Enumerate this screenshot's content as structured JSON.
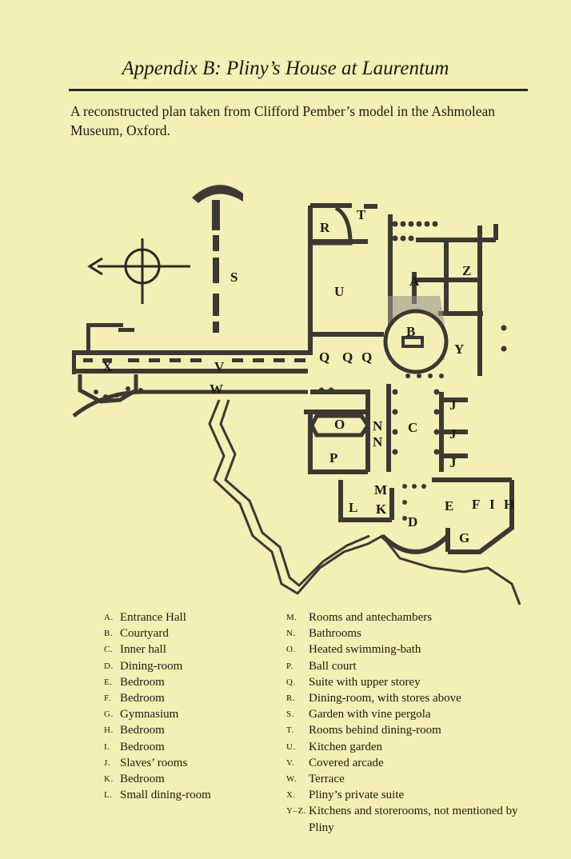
{
  "title": "Appendix B: Pliny’s House at Laurentum",
  "caption": "A reconstructed plan taken from Clifford Pember’s model in the Ashmolean Museum, Oxford.",
  "plan": {
    "room_labels": [
      "R",
      "T",
      "U",
      "A",
      "Z",
      "S",
      "B",
      "Q",
      "Q",
      "Q",
      "Y",
      "X",
      "V",
      "W",
      "O",
      "N",
      "N",
      "C",
      "J",
      "J",
      "J",
      "P",
      "M",
      "L",
      "K",
      "E",
      "F",
      "I",
      "H",
      "D",
      "G"
    ]
  },
  "legend_left": [
    {
      "key": "A.",
      "desc": "Entrance Hall"
    },
    {
      "key": "B.",
      "desc": "Courtyard"
    },
    {
      "key": "C.",
      "desc": "Inner hall"
    },
    {
      "key": "D.",
      "desc": "Dining-room"
    },
    {
      "key": "E.",
      "desc": "Bedroom"
    },
    {
      "key": "F.",
      "desc": "Bedroom"
    },
    {
      "key": "G.",
      "desc": "Gymnasium"
    },
    {
      "key": "H.",
      "desc": "Bedroom"
    },
    {
      "key": "I.",
      "desc": "Bedroom"
    },
    {
      "key": "J.",
      "desc": "Slaves’ rooms"
    },
    {
      "key": "K.",
      "desc": "Bedroom"
    },
    {
      "key": "L.",
      "desc": "Small dining-room"
    }
  ],
  "legend_right": [
    {
      "key": "M.",
      "desc": "Rooms and antechambers"
    },
    {
      "key": "N.",
      "desc": "Bathrooms"
    },
    {
      "key": "O.",
      "desc": "Heated swimming-bath"
    },
    {
      "key": "P.",
      "desc": "Ball court"
    },
    {
      "key": "Q.",
      "desc": "Suite with upper storey"
    },
    {
      "key": "R.",
      "desc": "Dining-room, with stores above"
    },
    {
      "key": "S.",
      "desc": "Garden with vine pergola"
    },
    {
      "key": "T.",
      "desc": "Rooms behind dining-room"
    },
    {
      "key": "U.",
      "desc": "Kitchen garden"
    },
    {
      "key": "V.",
      "desc": "Covered arcade"
    },
    {
      "key": "W.",
      "desc": "Terrace"
    },
    {
      "key": "X.",
      "desc": "Pliny’s private suite"
    },
    {
      "key": "Y–Z.",
      "desc": "Kitchens and storerooms, not mentioned by Pliny"
    }
  ],
  "colors": {
    "paper": "#f4efb4",
    "ink": "#1c1a14",
    "wall": "#3c3834"
  }
}
